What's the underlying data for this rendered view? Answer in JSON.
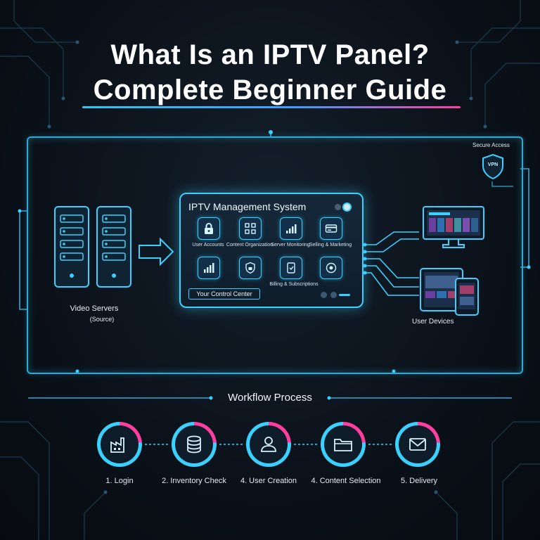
{
  "header": {
    "title_line1": "What Is an IPTV Panel?",
    "title_line2": "Complete Beginner Guide"
  },
  "diagram": {
    "servers": {
      "label": "Video Servers",
      "sublabel": "(Source)"
    },
    "management": {
      "title": "IPTV Management System",
      "features_row1": [
        "User Accounts",
        "Content Organization",
        "Server Monitoring",
        "Selling & Marketing"
      ],
      "features_row2_label": "Billing & Subscriptions",
      "footer_label": "Your Control Center"
    },
    "secure": {
      "label": "Secure Access",
      "badge": "VPN"
    },
    "devices": {
      "label": "User Devices"
    }
  },
  "workflow": {
    "title": "Workflow Process",
    "steps": [
      "1. Login",
      "2. Inventory Check",
      "4. User Creation",
      "4. Content Selection",
      "5. Delivery"
    ]
  },
  "colors": {
    "accent_cyan": "#3ad0ff",
    "accent_pink": "#ff3fa0",
    "background": "#0b1119"
  },
  "icons": {
    "tiles_row1": [
      "lock-icon",
      "grid-icon",
      "signal-bars-icon",
      "card-icon"
    ],
    "tiles_row2": [
      "bar-chart-icon",
      "shield-lock-icon",
      "billing-icon",
      "camera-icon"
    ],
    "steps": [
      "factory-icon",
      "database-icon",
      "user-icon",
      "folder-icon",
      "envelope-icon"
    ]
  }
}
